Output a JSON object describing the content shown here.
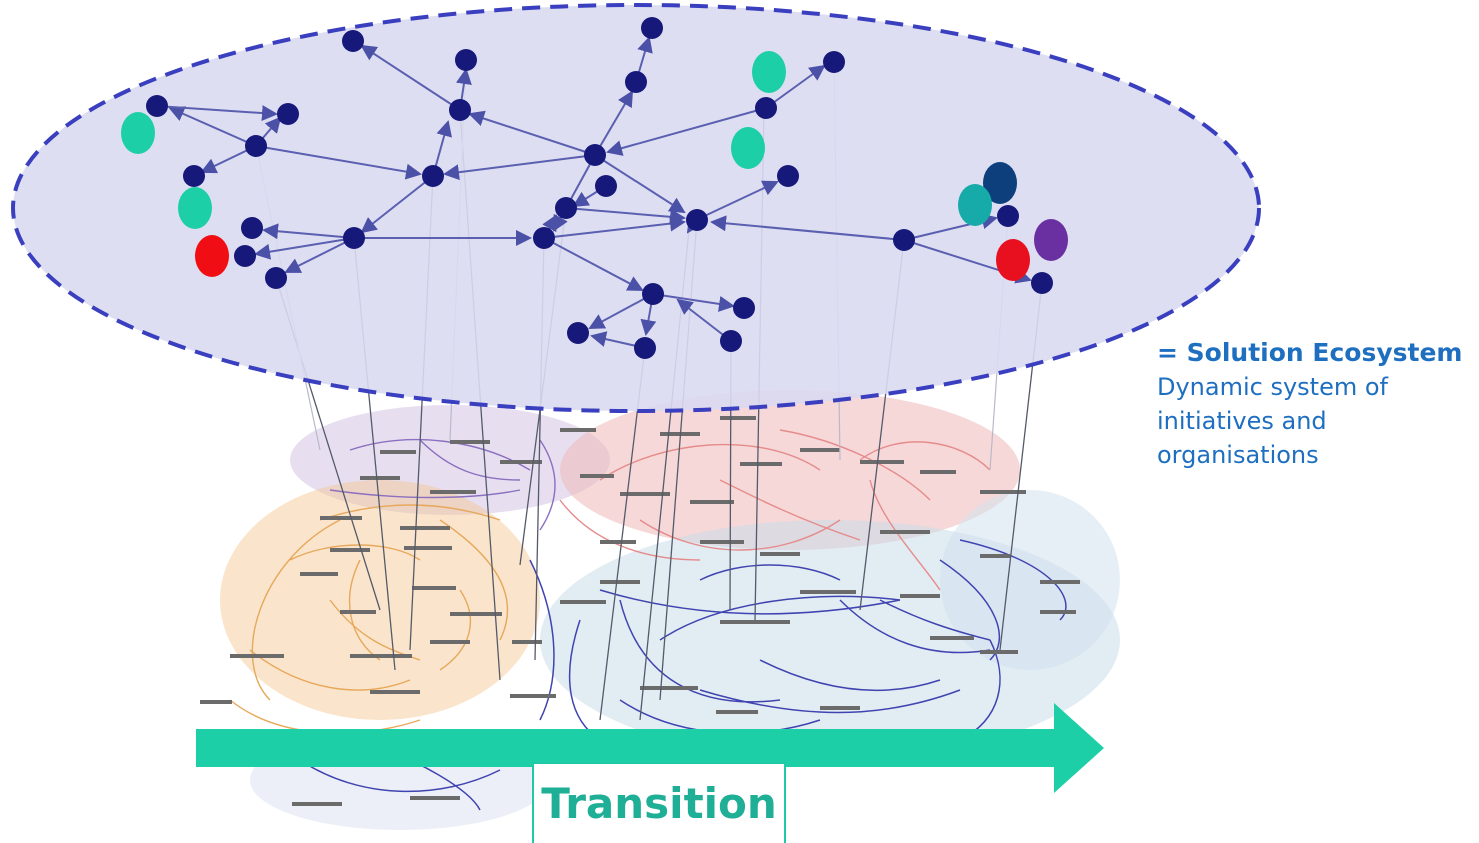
{
  "legend": {
    "title": "= Solution Ecosystem",
    "description": "Dynamic system of initiatives and organisations"
  },
  "arrow": {
    "label": "Transition"
  },
  "colors": {
    "ellipse_fill": "#dadaf2",
    "ellipse_stroke": "#3a3fbf",
    "node": "#16197a",
    "edge": "#5a5fb0",
    "arrow": "#1fc9a8",
    "accent_teal": "#1ccfa6",
    "accent_dark_teal": "#16aaa8",
    "accent_dark_blue": "#0d3f7c",
    "accent_purple": "#6a2fa0",
    "accent_red": "#e8101f",
    "cld_orange": "#e7a85b",
    "cld_red": "#e68b8b",
    "cld_blue": "#c9dcea",
    "cld_purple": "#c9b8dd",
    "legend_text": "#1f6fc0"
  }
}
